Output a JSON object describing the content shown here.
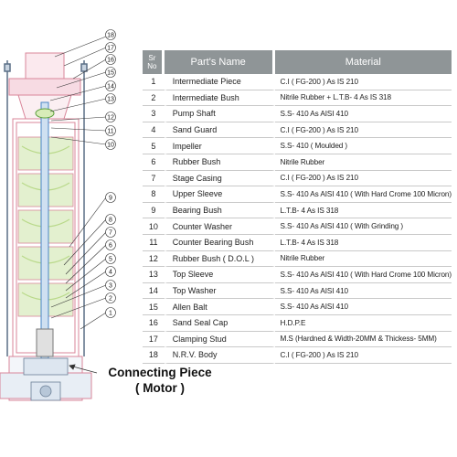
{
  "table": {
    "headers": {
      "sr_no": "Sr\nNo",
      "part_name": "Part's Name",
      "material": "Material"
    },
    "rows": [
      {
        "no": "1",
        "part": "Intermediate Piece",
        "material": "C.I ( FG-200 ) As IS 210"
      },
      {
        "no": "2",
        "part": "Intermediate Bush",
        "material": "Nitrile Rubber + L.T.B- 4 As IS 318"
      },
      {
        "no": "3",
        "part": "Pump Shaft",
        "material": "S.S- 410 As AISI 410"
      },
      {
        "no": "4",
        "part": "Sand Guard",
        "material": "C.I ( FG-200 ) As IS 210"
      },
      {
        "no": "5",
        "part": "Impeller",
        "material": "S.S- 410 ( Moulded )"
      },
      {
        "no": "6",
        "part": "Rubber Bush",
        "material": "Nitrile Rubber"
      },
      {
        "no": "7",
        "part": "Stage Casing",
        "material": "C.I ( FG-200 ) As IS 210"
      },
      {
        "no": "8",
        "part": "Upper Sleeve",
        "material": "S.S- 410 As AISI 410 ( With Hard Crome 100 Micron)"
      },
      {
        "no": "9",
        "part": "Bearing Bush",
        "material": "L.T.B- 4 As IS 318"
      },
      {
        "no": "10",
        "part": "Counter Washer",
        "material": "S.S- 410 As AISI 410 ( With Grinding )"
      },
      {
        "no": "11",
        "part": "Counter Bearing Bush",
        "material": "L.T.B- 4 As IS 318"
      },
      {
        "no": "12",
        "part": "Rubber Bush ( D.O.L )",
        "material": "Nitrile Rubber"
      },
      {
        "no": "13",
        "part": "Top Sleeve",
        "material": "S.S- 410 As AISI 410 ( With Hard Crome 100 Micron)"
      },
      {
        "no": "14",
        "part": "Top Washer",
        "material": "S.S- 410 As AISI 410"
      },
      {
        "no": "15",
        "part": "Allen Balt",
        "material": "S.S- 410 As AISI 410"
      },
      {
        "no": "16",
        "part": "Sand Seal Cap",
        "material": "H.D.P.E"
      },
      {
        "no": "17",
        "part": "Clamping Stud",
        "material": "M.S (Hardned & Width-20MM & Thickess- 5MM)"
      },
      {
        "no": "18",
        "part": "N.R.V. Body",
        "material": "C.I ( FG-200 ) As IS 210"
      }
    ]
  },
  "diagram": {
    "callouts_top": [
      "18",
      "17",
      "16",
      "15",
      "14",
      "13",
      "12",
      "11",
      "10"
    ],
    "callouts_bottom": [
      "9",
      "8",
      "7",
      "6",
      "5",
      "4",
      "3",
      "2",
      "1"
    ],
    "caption_line1": "Connecting Piece",
    "caption_line2": "( Motor )"
  },
  "colors": {
    "header_bg": "#8f9597",
    "outline": "#d9869a",
    "stage_green": "#b9d98a",
    "shaft_blue": "#4a86c5",
    "callout": "#333333"
  }
}
